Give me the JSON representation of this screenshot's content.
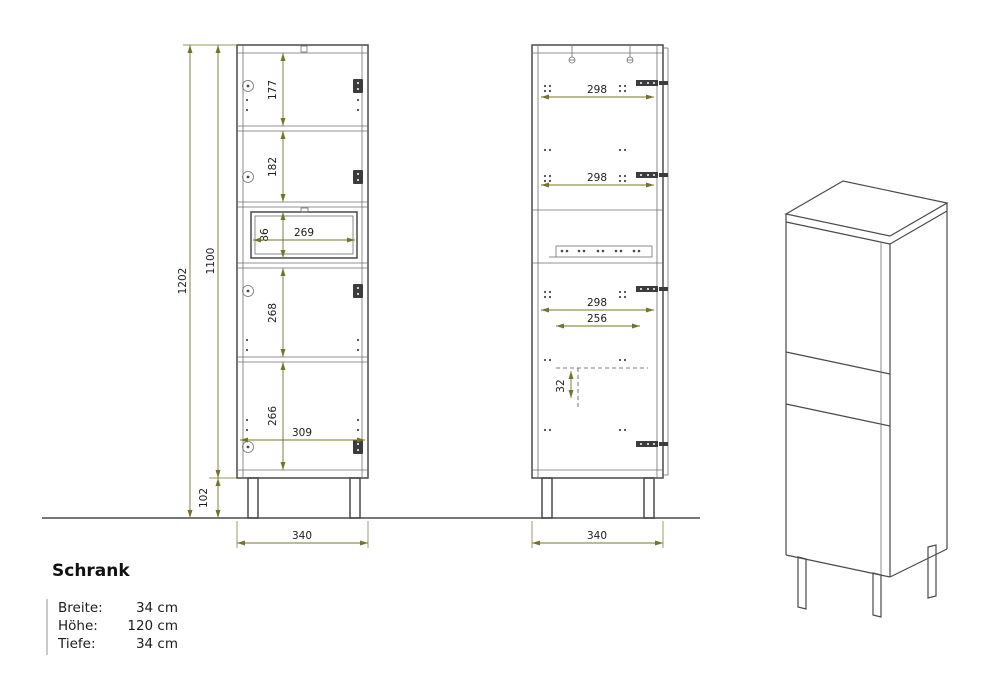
{
  "title": "Schrank",
  "specs": [
    {
      "label": "Breite:",
      "value": "34 cm"
    },
    {
      "label": "Höhe:",
      "value": "120 cm"
    },
    {
      "label": "Tiefe:",
      "value": "34 cm"
    }
  ],
  "front_view": {
    "overall_height": "1202",
    "body_height": "1100",
    "plinth_height": "102",
    "section_top": "177",
    "section_second": "182",
    "drawer_height": "86",
    "drawer_width": "269",
    "section_third": "268",
    "section_bottom": "266",
    "door_width": "309",
    "width": "340"
  },
  "interior_view": {
    "clear_width_top": "298",
    "clear_width_mid": "298",
    "clear_width_low": "298",
    "shelf_width": "256",
    "hole_offset": "32",
    "width": "340"
  },
  "colors": {
    "dimension_line": "#75752a",
    "outline": "#4a4a4a"
  }
}
